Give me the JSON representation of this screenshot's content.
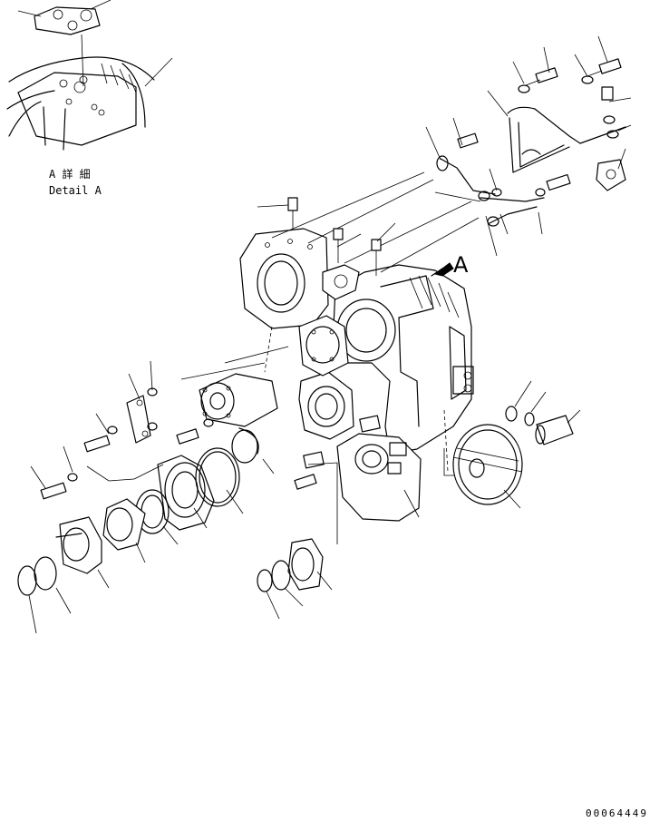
{
  "detail_caption": {
    "jp": "A 詳 細",
    "en": "Detail A"
  },
  "view_marker": "A",
  "drawing_code": "00064449"
}
